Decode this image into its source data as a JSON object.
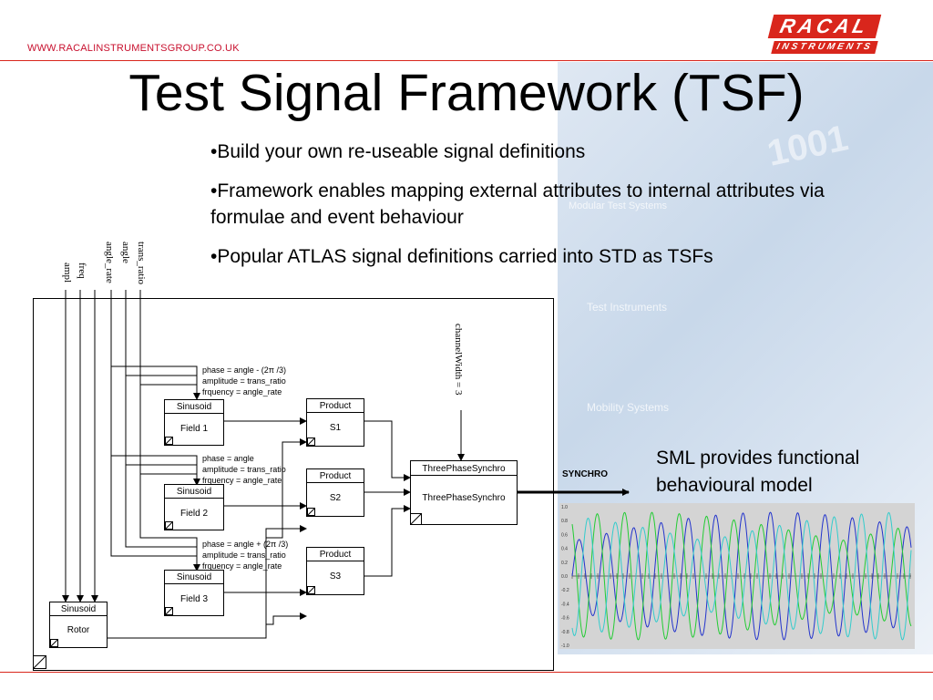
{
  "header": {
    "url": "WWW.RACALINSTRUMENTSGROUP.CO.UK",
    "logo_top": "RACAL",
    "logo_bottom": "INSTRUMENTS",
    "title": "Test Signal Framework (TSF)"
  },
  "bullets": [
    "•Build your own re-useable signal definitions",
    "•Framework enables mapping external attributes to internal attributes via formulae and event behaviour",
    "•Popular ATLAS signal definitions carried into STD as TSFs"
  ],
  "sml_caption": [
    "SML provides functional",
    "behavioural model"
  ],
  "background_text": [
    "Test Instruments",
    "Modular Test Systems",
    "Mobility Systems"
  ],
  "diagram": {
    "inputs": [
      "trans_ratio",
      "angle",
      "angle_rate",
      "freq",
      "ampl"
    ],
    "channel_label": "channelWidth = 3",
    "output_label": "SYNCHRO",
    "fields": [
      {
        "type": "Sinusoid",
        "name": "Field 1",
        "formula": [
          "phase = angle - (2π /3)",
          "amplitude = trans_ratio",
          "frquency = angle_rate"
        ]
      },
      {
        "type": "Sinusoid",
        "name": "Field 2",
        "formula": [
          "phase = angle",
          "amplitude = trans_ratio",
          "frquency = angle_rate"
        ]
      },
      {
        "type": "Sinusoid",
        "name": "Field 3",
        "formula": [
          "phase = angle + (2π /3)",
          "amplitude = trans_ratio",
          "frquency = angle_rate"
        ]
      }
    ],
    "products": [
      {
        "type": "Product",
        "name": "S1"
      },
      {
        "type": "Product",
        "name": "S2"
      },
      {
        "type": "Product",
        "name": "S3"
      }
    ],
    "synchro": {
      "type": "ThreePhaseSynchro",
      "name": "ThreePhaseSynchro"
    },
    "rotor": {
      "type": "Sinusoid",
      "name": "Rotor"
    }
  },
  "waveform": {
    "y_ticks": [
      "1.0",
      "0.8",
      "0.6",
      "0.4",
      "0.2",
      "0.0",
      "-0.2",
      "-0.4",
      "-0.6",
      "-0.8",
      "-1.0"
    ],
    "colors": {
      "background": "#d4d4d4",
      "blue": "#2233cc",
      "green": "#22cc33",
      "cyan": "#33cccc"
    }
  }
}
